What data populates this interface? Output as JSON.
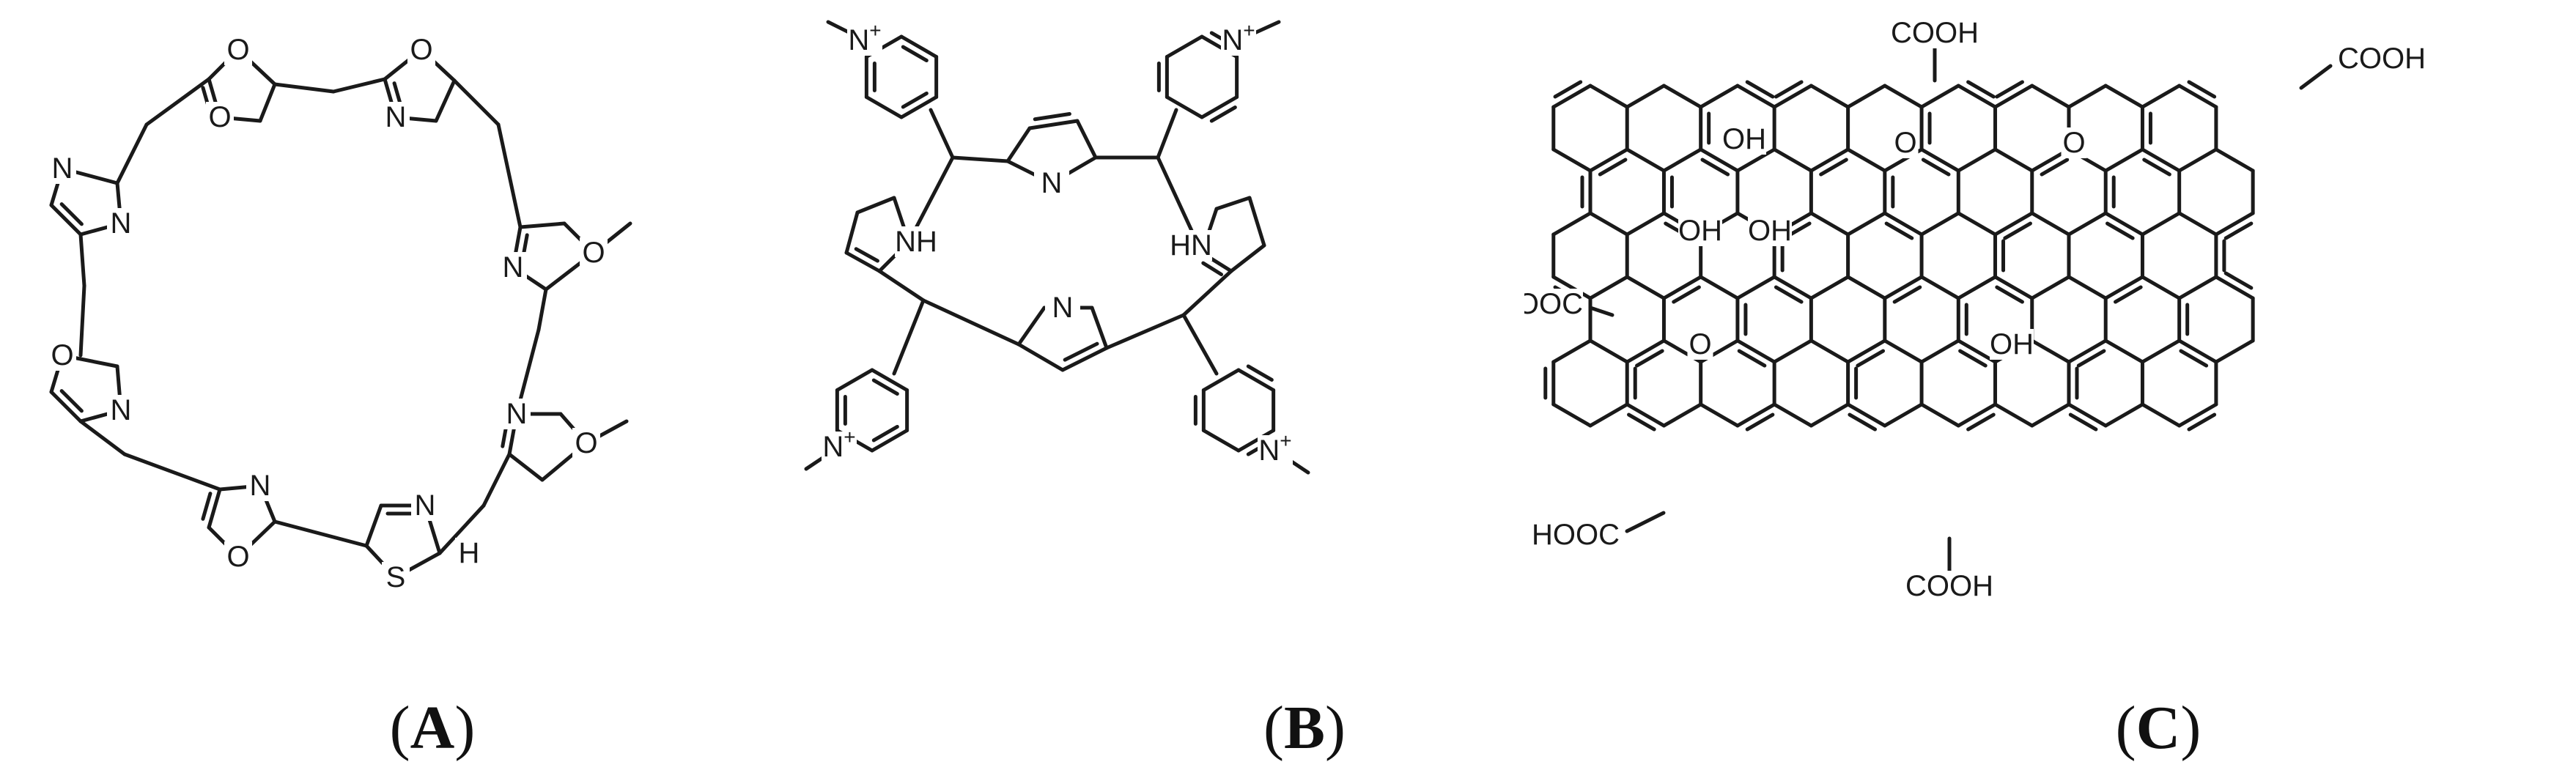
{
  "panels": [
    {
      "caption": {
        "open": "(",
        "letter": "A",
        "close": ")"
      },
      "atom_labels": [
        "O",
        "O",
        "N",
        "N",
        "O",
        "N",
        "O",
        "N",
        "O",
        "N",
        "O",
        "N",
        "O",
        "N",
        "N",
        "S",
        "H"
      ]
    },
    {
      "caption": {
        "open": "(",
        "letter": "B",
        "close": ")"
      },
      "atom_labels": [
        "N+",
        "N+",
        "N+",
        "N+",
        "N",
        "N",
        "NH",
        "HN"
      ]
    },
    {
      "caption": {
        "open": "(",
        "letter": "C",
        "close": ")"
      },
      "atom_labels": [
        "COOH",
        "COOH",
        "HOOC",
        "HOOC",
        "COOH",
        "OH",
        "O",
        "O",
        "OH",
        "OH",
        "O",
        "OH"
      ]
    }
  ],
  "colors": {
    "ink": "#1a1a1a",
    "background": "#ffffff"
  }
}
